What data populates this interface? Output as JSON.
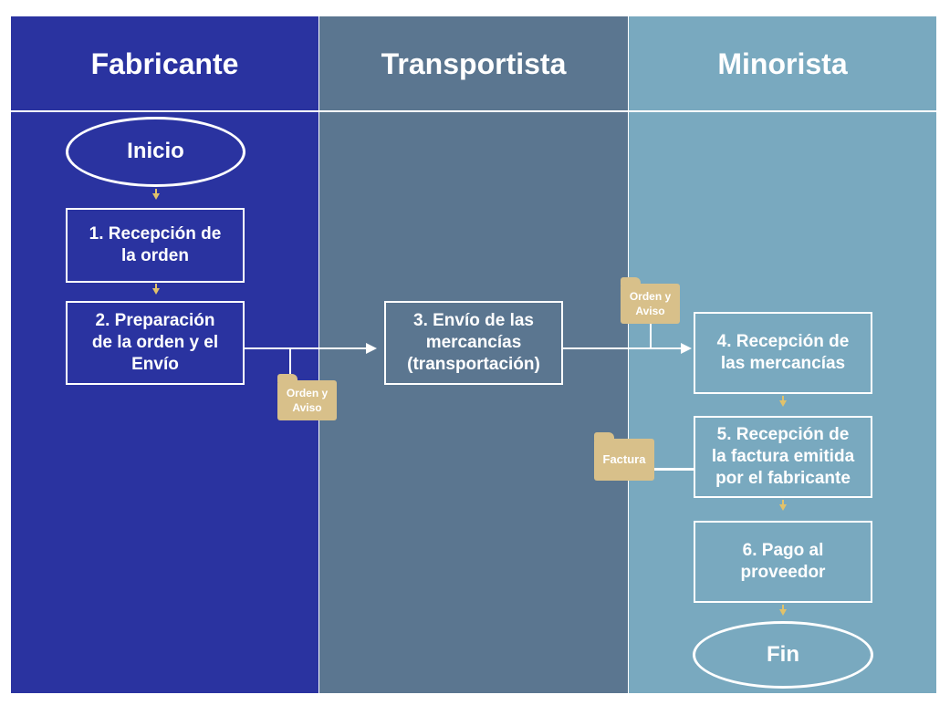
{
  "lanes": {
    "fabricante": "Fabricante",
    "transportista": "Transportista",
    "minorista": "Minorista"
  },
  "steps": {
    "inicio": "Inicio",
    "s1": "1. Recepción de\nla orden",
    "s2": "2. Preparación\nde la orden y el\nEnvío",
    "s3": "3. Envío de las\nmercancías\n(transportación)",
    "s4": "4. Recepción de\nlas mercancías",
    "s5": "5. Recepción de\nla factura emitida\npor el fabricante",
    "s6": "6. Pago al\nproveedor",
    "fin": "Fin"
  },
  "documents": {
    "orden_aviso_1": "Orden y\nAviso",
    "orden_aviso_2": "Orden y\nAviso",
    "factura": "Factura"
  },
  "colors": {
    "fabricante_lane": "#2a33a0",
    "transportista_lane": "#5b7690",
    "minorista_lane": "#79a9bf",
    "document": "#d8c08a",
    "small_arrow": "#e2c26a"
  }
}
